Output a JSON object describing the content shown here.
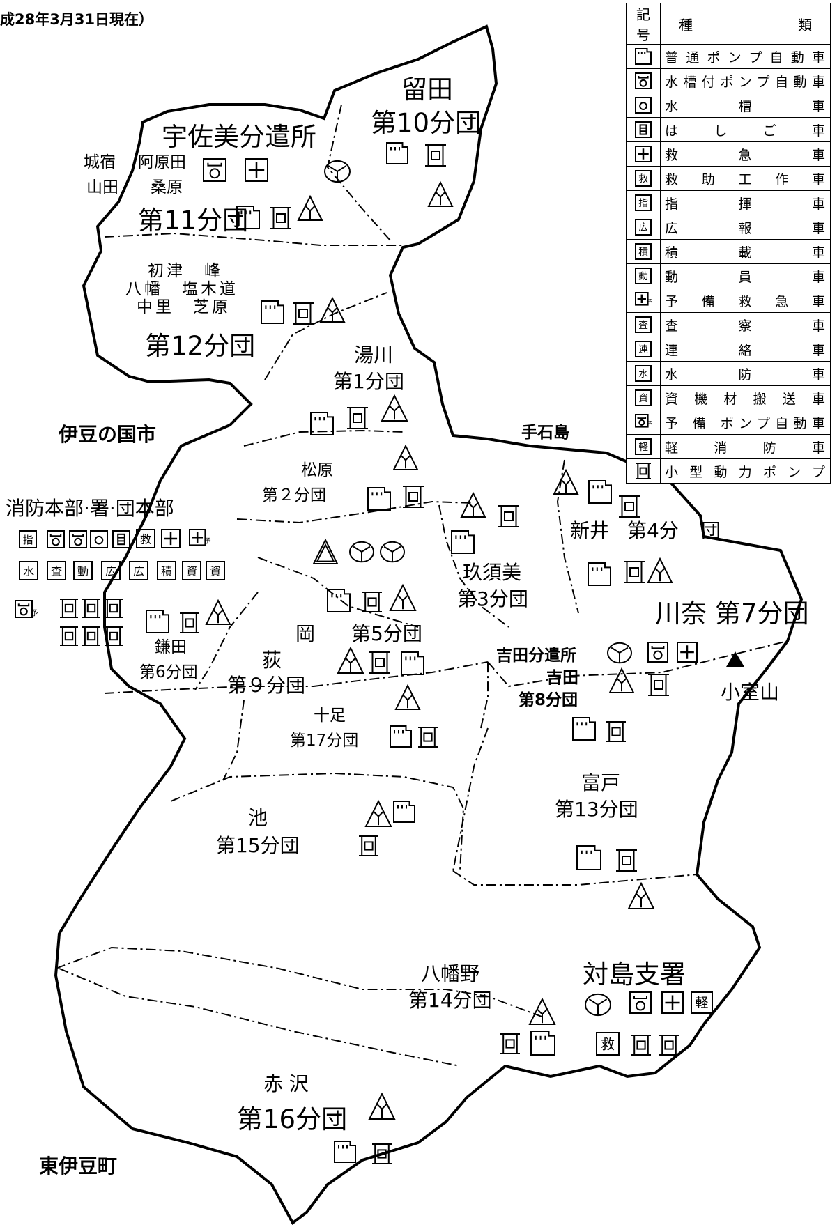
{
  "header": {
    "as_of": "成28年3月31日現在）"
  },
  "legend": {
    "col_symbol": "記号",
    "col_type": "種　　　類",
    "rows": [
      {
        "icon": "pump-truck-icon",
        "label": "普通ポンプ自動車"
      },
      {
        "icon": "tank-pump-truck-icon",
        "label": "水槽付ポンプ自動車"
      },
      {
        "icon": "water-tank-truck-icon",
        "label": "水　槽　車"
      },
      {
        "icon": "ladder-truck-icon",
        "label": "は　し　ご　車"
      },
      {
        "icon": "ambulance-icon",
        "label": "救　急　車"
      },
      {
        "icon": "rescue-truck-icon",
        "label": "救　助　工　作　車"
      },
      {
        "icon": "command-car-icon",
        "label": "指　揮　車"
      },
      {
        "icon": "pr-car-icon",
        "label": "広　報　車"
      },
      {
        "icon": "cargo-truck-icon",
        "label": "積　載　車"
      },
      {
        "icon": "mobilization-car-icon",
        "label": "動　員　車"
      },
      {
        "icon": "reserve-ambulance-icon",
        "label": "予　備　救　急　車"
      },
      {
        "icon": "inspection-car-icon",
        "label": "査　察　車"
      },
      {
        "icon": "liaison-car-icon",
        "label": "連　絡　車"
      },
      {
        "icon": "flood-control-car-icon",
        "label": "水　防　車"
      },
      {
        "icon": "equipment-transport-icon",
        "label": "資 機 材 搬 送 車"
      },
      {
        "icon": "reserve-pump-truck-icon",
        "label": "予 備 ポンプ自動車"
      },
      {
        "icon": "light-fire-truck-icon",
        "label": "軽　消　防　車"
      },
      {
        "icon": "portable-pump-icon",
        "label": "小型動力ポンプ"
      }
    ]
  },
  "areas": {
    "tomeda": {
      "name": "留田",
      "unit": "第10分団"
    },
    "usami": {
      "name": "宇佐美分遣所"
    },
    "jojuku_yamada": {
      "line1": "城宿",
      "line2": "山田"
    },
    "ajirota_kuwabara": {
      "line1": "阿原田",
      "line2": "桑原"
    },
    "unit11": {
      "unit": "第11分団"
    },
    "unit12_places": {
      "line1": "初津　峰",
      "line2": "八幡　塩木道",
      "line3": "中里　芝原"
    },
    "unit12": {
      "unit": "第12分団"
    },
    "yugawa": {
      "name": "湯川",
      "unit": "第1分団"
    },
    "izunokuni": {
      "name": "伊豆の国市"
    },
    "teishijima": {
      "name": "手石島"
    },
    "matsubara": {
      "name": "松原",
      "unit": "第２分団"
    },
    "hq": {
      "name": "消防本部·署·団本部"
    },
    "arai": {
      "name": "新井",
      "unit": "第4分",
      "unit_tail": "団"
    },
    "kusumi": {
      "name": "玖須美",
      "unit": "第3分団"
    },
    "kawana": {
      "name": "川奈",
      "unit": "第7分団"
    },
    "kamata": {
      "name": "鎌田",
      "unit": "第6分団"
    },
    "oka": {
      "name": "岡",
      "unit": "第5分団"
    },
    "ogi": {
      "name": "荻",
      "unit": "第９分団"
    },
    "yoshida": {
      "branch": "吉田分遣所",
      "name": "吉田",
      "unit": "第8分団"
    },
    "omuroyama": {
      "name": "小室山"
    },
    "totari": {
      "name": "十足",
      "unit": "第17分団"
    },
    "futo": {
      "name": "富戸",
      "unit": "第13分団"
    },
    "ike": {
      "name": "池",
      "unit": "第15分団"
    },
    "yawatano": {
      "name": "八幡野",
      "unit": "第14分団"
    },
    "taishima": {
      "name": "対島支署"
    },
    "akazawa": {
      "name": "赤 沢",
      "unit": "第16分団"
    },
    "higashiizu": {
      "name": "東伊豆町"
    }
  },
  "icon_labels": {
    "rescue": "救",
    "command": "指",
    "pr": "広",
    "cargo": "積",
    "mobilize": "動",
    "inspect": "査",
    "liaison": "連",
    "flood": "水",
    "equip": "資",
    "reserve": "予",
    "light": "軽"
  }
}
